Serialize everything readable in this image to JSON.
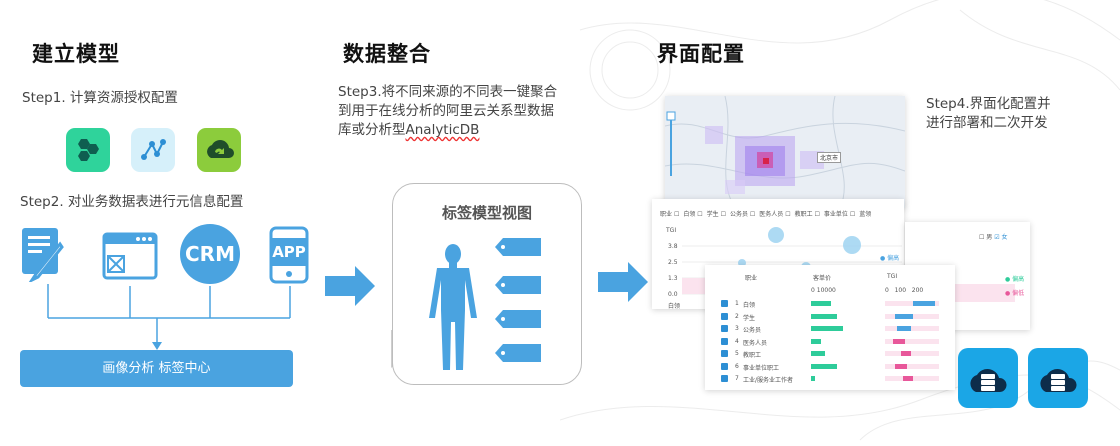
{
  "sections": {
    "build": {
      "title": "建立模型"
    },
    "integrate": {
      "title": "数据整合"
    },
    "config": {
      "title": "界面配置"
    }
  },
  "steps": {
    "step1": "Step1. 计算资源授权配置",
    "step2": "Step2. 对业务数据表进行元信息配置",
    "step3_line1": "Step3.将不同来源的不同表一键聚合",
    "step3_line2": "到用于在线分析的阿里云关系型数据",
    "step3_line3_prefix": "库或分析型",
    "step3_line3_product": "AnalyticDB",
    "step4_line1": "Step4.界面化配置并",
    "step4_line2": "进行部署和二次开发"
  },
  "top_icons": [
    "hexagon-cluster-icon",
    "graph-nodes-icon",
    "cloud-sync-icon"
  ],
  "source_icons": {
    "crm": "CRM",
    "app": "APP",
    "names": [
      "form-edit-icon",
      "browser-window-icon",
      "crm-icon",
      "app-phone-icon"
    ]
  },
  "center_bar": {
    "label": "画像分析 标签中心"
  },
  "tag_model": {
    "title": "标签模型视图"
  },
  "dashboard": {
    "filter_label": "职业",
    "filter_options": [
      "白领",
      "学生",
      "公务员",
      "医务人员",
      "教职工",
      "事业单位",
      "蓝领"
    ],
    "right_options": [
      "男",
      "女"
    ],
    "axis_title": "TGI",
    "y_ticks": [
      "3.8",
      "2.5",
      "1.3",
      "0.0"
    ],
    "x_first": "白领",
    "legend_high": "偏高",
    "legend_low": "偏低",
    "map_marker": "北京市",
    "table": {
      "headers": [
        "职业",
        "客单价",
        "TGI"
      ],
      "scale_a": [
        "0",
        "10000"
      ],
      "scale_b": [
        "0",
        "100",
        "200"
      ],
      "rows": [
        {
          "num": "1",
          "name": "白领"
        },
        {
          "num": "2",
          "name": "学生"
        },
        {
          "num": "3",
          "name": "公务员"
        },
        {
          "num": "4",
          "name": "医务人员"
        },
        {
          "num": "5",
          "name": "教职工"
        },
        {
          "num": "6",
          "name": "事业单位职工"
        },
        {
          "num": "7",
          "name": "工业/服务业工作者"
        }
      ]
    }
  },
  "deploy_icons": [
    "cloud-server-icon",
    "cloud-server-icon"
  ],
  "colors": {
    "accent": "#4aa3e0",
    "green": "#1d9c7a",
    "lime": "#7cc242",
    "pink": "#e8579a",
    "teal": "#2ecc9a"
  }
}
